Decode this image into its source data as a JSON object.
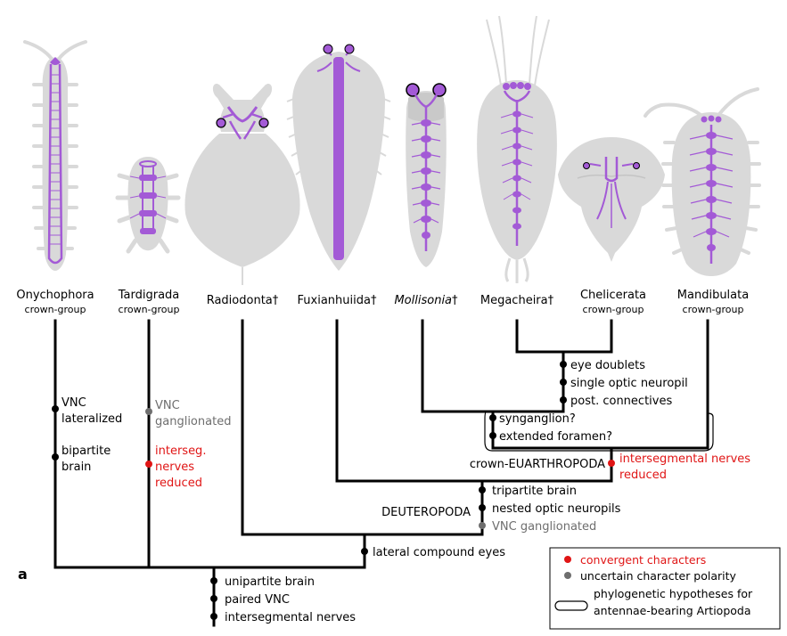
{
  "panel_label": "a",
  "taxa": [
    {
      "id": "onychophora",
      "name": "Onychophora",
      "suffix": "",
      "group": "crown-group"
    },
    {
      "id": "tardigrada",
      "name": "Tardigrada",
      "suffix": "",
      "group": "crown-group"
    },
    {
      "id": "radiodonta",
      "name": "Radiodonta",
      "suffix": "†",
      "group": ""
    },
    {
      "id": "fuxianhuiida",
      "name": "Fuxianhuiida",
      "suffix": "†",
      "group": ""
    },
    {
      "id": "mollisonia",
      "name": "Mollisonia",
      "suffix": "†",
      "group": ""
    },
    {
      "id": "megacheira",
      "name": "Megacheira",
      "suffix": "†",
      "group": ""
    },
    {
      "id": "chelicerata",
      "name": "Chelicerata",
      "suffix": "",
      "group": "crown-group"
    },
    {
      "id": "mandibulata",
      "name": "Mandibulata",
      "suffix": "",
      "group": "crown-group"
    }
  ],
  "clade_labels": {
    "deuteropoda": "DEUTEROPODA",
    "crown_euarthropoda": "crown-EUARTHROPODA"
  },
  "characters": {
    "onychophora_1": [
      "VNC",
      "lateralized"
    ],
    "onychophora_2": [
      "bipartite",
      "brain"
    ],
    "tardigrada_1": [
      "VNC",
      "ganglionated"
    ],
    "tardigrada_2": [
      "interseg.",
      "nerves",
      "reduced"
    ],
    "root_1": "unipartite brain",
    "root_2": "paired VNC",
    "root_3": "intersegmental nerves",
    "panarthropod_node": "lateral compound eyes",
    "deuteropoda_1": "tripartite brain",
    "deuteropoda_2": "nested optic neuropils",
    "deuteropoda_3": "VNC ganglionated",
    "euarthropoda_1": [
      "intersegmental nerves",
      "reduced"
    ],
    "artiopoda_1": "synganglion?",
    "artiopoda_2": "extended foramen?",
    "cheli_mega_1": "eye doublets",
    "cheli_mega_2": "single optic neuropil",
    "cheli_mega_3": "post. connectives"
  },
  "legend": {
    "convergent": "convergent characters",
    "uncertain": "uncertain character polarity",
    "hypothesis_1": "phylogenetic hypotheses for",
    "hypothesis_2": "antennae-bearing Artiopoda"
  },
  "colors": {
    "body": "#d9d9d9",
    "nerve": "#a35ad6",
    "convergent": "#e01515",
    "uncertain": "#6e6e6e",
    "tree": "#000000"
  }
}
